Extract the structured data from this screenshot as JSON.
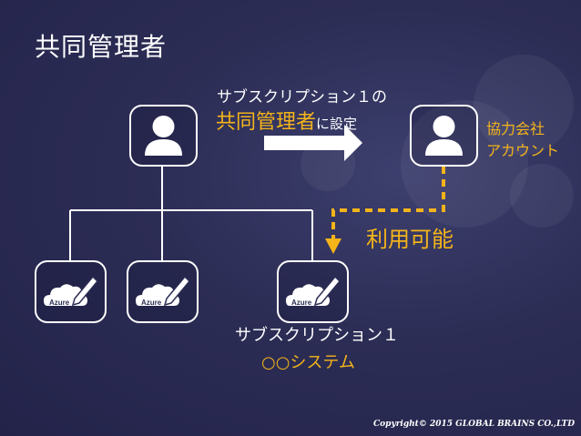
{
  "title": "共同管理者",
  "arrow_label": {
    "line1": "サブスクリプション１の",
    "highlight": "共同管理者",
    "suffix": "に設定"
  },
  "partner": {
    "line1": "協力会社",
    "line2": "アカウント"
  },
  "available_label": "利用可能",
  "subscription_label": {
    "line1": "サブスクリプション１",
    "line2": "○○システム"
  },
  "azure_tiles": [
    {
      "label": "Azure"
    },
    {
      "label": "Azure"
    },
    {
      "label": "Azure"
    }
  ],
  "copyright": "Copyright© 2015 GLOBAL BRAINS CO.,LTD",
  "colors": {
    "accent": "#f4b41a",
    "background": "#2c2d55",
    "foreground": "#ffffff"
  }
}
